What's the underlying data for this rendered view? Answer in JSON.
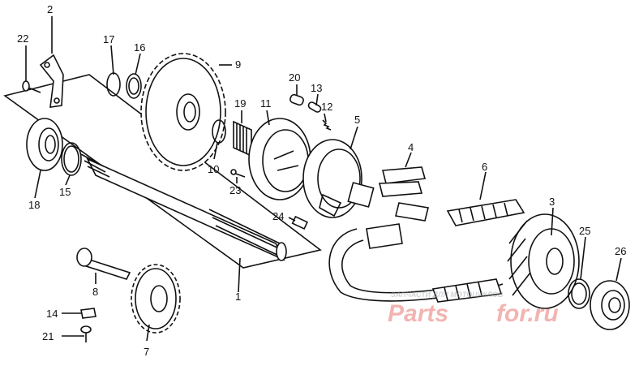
{
  "diagram": {
    "callouts": [
      "1",
      "2",
      "3",
      "4",
      "5",
      "6",
      "7",
      "8",
      "9",
      "10",
      "11",
      "12",
      "13",
      "14",
      "15",
      "16",
      "17",
      "18",
      "19",
      "20",
      "21",
      "22",
      "23",
      "24",
      "25",
      "26"
    ]
  },
  "watermark": {
    "brand_left": "Parts",
    "brand_right": "for.ru",
    "subtitle": "ЗАПЧАСТИ ДЛЯ МОТОЦИКЛОВ",
    "brand_color": "#e35a55"
  }
}
